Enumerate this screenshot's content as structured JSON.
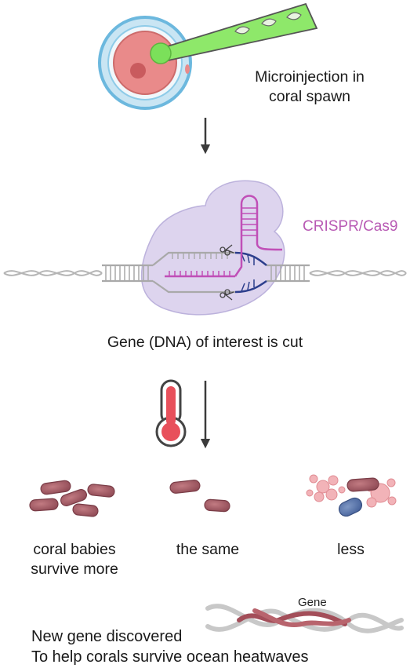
{
  "microinjection": {
    "line1": "Microinjection in",
    "line2": "coral spawn"
  },
  "crispr": {
    "label": "CRISPR/Cas9"
  },
  "cut": {
    "caption": "Gene (DNA) of interest is cut"
  },
  "outcomes": [
    {
      "line1": "coral babies",
      "line2": "survive more"
    },
    {
      "line1": "the same",
      "line2": ""
    },
    {
      "line1": "less",
      "line2": ""
    }
  ],
  "gene": {
    "tag": "Gene"
  },
  "conclusion": {
    "line1": "New gene discovered",
    "line2": "To help corals survive ocean heatwaves"
  },
  "colors": {
    "membrane": "#8ecbe8",
    "cell": "#e98a8a",
    "needle": "#7be05a",
    "cas9": "#d8ccec",
    "guide_rna": "#c04fb7",
    "target_dna": "#2c3e8c",
    "dna_grey": "#b5b5b5",
    "cell_blob": "#a55c66",
    "thermo_red": "#e8505b",
    "arrow": "#3b3b3b"
  }
}
